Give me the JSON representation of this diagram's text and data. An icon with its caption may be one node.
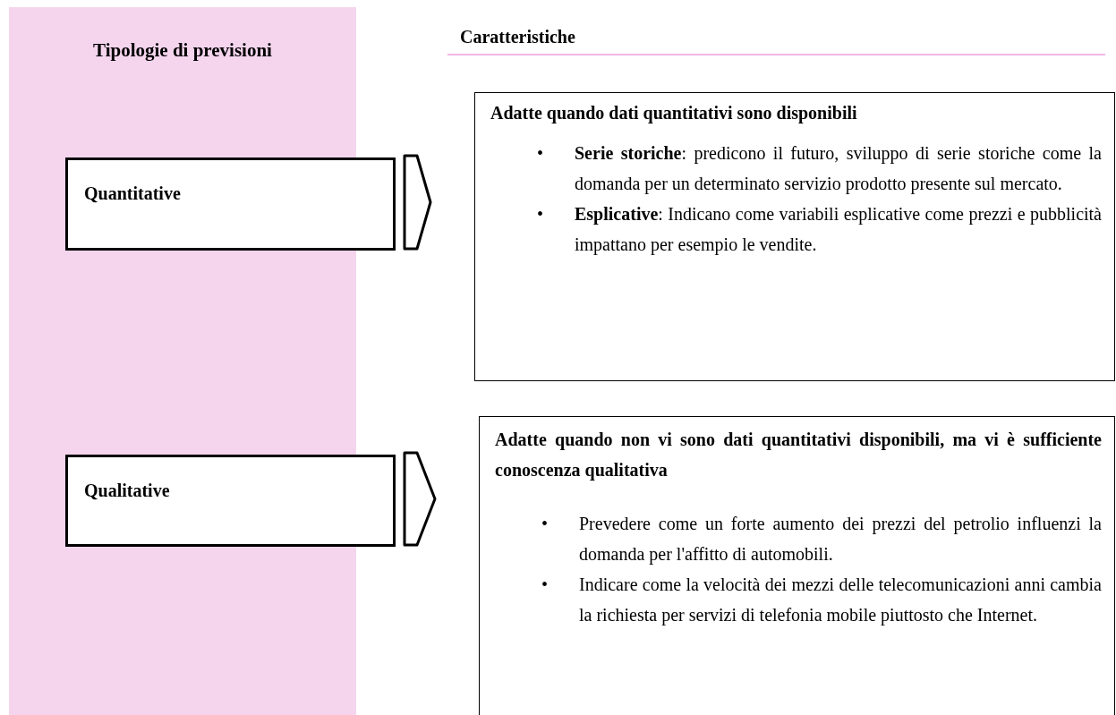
{
  "diagram": {
    "nodes": [
      {
        "text": [
          "Tipologie di previsioni"
        ]
      },
      {
        "text": [
          "Quantitative"
        ]
      },
      {
        "text": [
          "Qualitative"
        ]
      },
      {
        "text": [
          "Adatte quando dati quantitativi sono disponibili",
          "**Serie storiche**: predicono il futuro, sviluppo di serie storiche come la domanda per un determinato servizio prodotto presente sul mercato.",
          "**Esplicative**: Indicano come variabili esplicative come prezzi e pubblicità impattano per esempio le vendite."
        ]
      },
      {
        "text": [
          "Adatte quando non vi sono dati quantitativi disponibili, ma vi è sufficiente conoscenza qualitativa",
          "Prevedere come un forte aumento dei prezzi del petrolio influenzi la domanda per l'affitto di automobili.",
          "Indicare come la velocità dei mezzi delle telecomunicazioni anni cambia la richiesta per servizi di telefonia mobile piuttosto che Internet."
        ]
      }
    ],
    "edges": [
      {
        "from": 1,
        "to": 3,
        "arrow": "to"
      },
      {
        "from": 2,
        "to": 4,
        "arrow": "to"
      }
    ],
    "labels": [
      "Caratteristiche",
      "•",
      "•",
      "•",
      "•"
    ]
  }
}
